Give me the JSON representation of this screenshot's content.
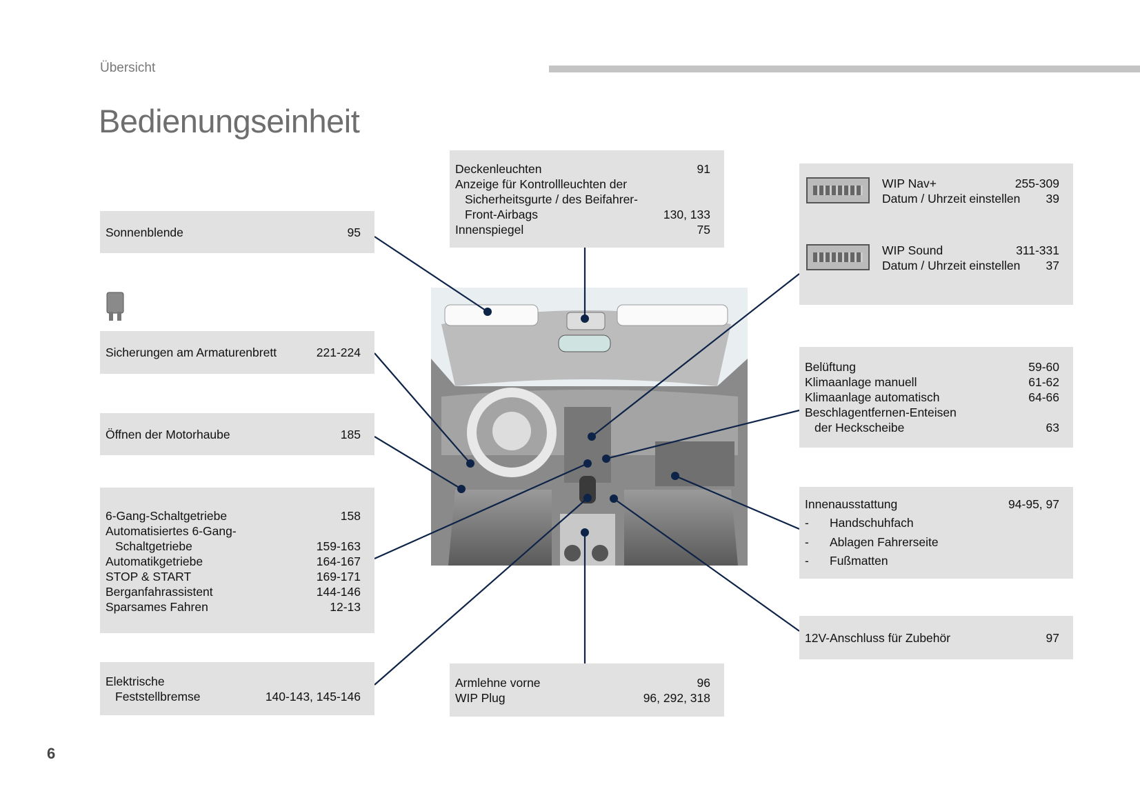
{
  "header": {
    "section": "Übersicht",
    "title": "Bedienungseinheit",
    "page_number": "6"
  },
  "left": [
    {
      "rows": [
        {
          "label": "Sonnenblende",
          "page": "95"
        }
      ]
    },
    {
      "rows": [
        {
          "label": "Sicherungen am Armaturenbrett",
          "page": "221-224"
        }
      ]
    },
    {
      "rows": [
        {
          "label": "Öffnen der Motorhaube",
          "page": "185"
        }
      ]
    },
    {
      "rows": [
        {
          "label": "6-Gang-Schaltgetriebe",
          "page": "158"
        },
        {
          "label": "Automatisiertes 6-Gang-",
          "page": ""
        },
        {
          "label": "Schaltgetriebe",
          "page": "159-163",
          "indent": true
        },
        {
          "label": "Automatikgetriebe",
          "page": "164-167"
        },
        {
          "label": "STOP & START",
          "page": "169-171"
        },
        {
          "label": "Berganfahrassistent",
          "page": "144-146"
        },
        {
          "label": "Sparsames Fahren",
          "page": "12-13"
        }
      ]
    },
    {
      "rows": [
        {
          "label": "Elektrische",
          "page": ""
        },
        {
          "label": "Feststellbremse",
          "page": "140-143, 145-146",
          "indent": true
        }
      ]
    }
  ],
  "center_top": {
    "rows": [
      {
        "label": "Deckenleuchten",
        "page": "91"
      },
      {
        "label": "Anzeige für Kontrollleuchten der",
        "page": ""
      },
      {
        "label": "Sicherheitsgurte / des Beifahrer-",
        "page": "",
        "indent": true
      },
      {
        "label": "Front-Airbags",
        "page": "130, 133",
        "indent": true
      },
      {
        "label": "Innenspiegel",
        "page": "75"
      }
    ]
  },
  "center_bottom": {
    "rows": [
      {
        "label": "Armlehne vorne",
        "page": "96"
      },
      {
        "label": "WIP Plug",
        "page": "96, 292, 318"
      }
    ]
  },
  "right": {
    "audio": [
      {
        "rows": [
          {
            "label": "WIP Nav+",
            "page": "255-309"
          },
          {
            "label": "Datum / Uhrzeit einstellen",
            "page": "39"
          }
        ]
      },
      {
        "rows": [
          {
            "label": "WIP Sound",
            "page": "311-331"
          },
          {
            "label": "Datum / Uhrzeit einstellen",
            "page": "37"
          }
        ]
      }
    ],
    "climate": {
      "rows": [
        {
          "label": "Belüftung",
          "page": "59-60"
        },
        {
          "label": "Klimaanlage manuell",
          "page": "61-62"
        },
        {
          "label": "Klimaanlage automatisch",
          "page": "64-66"
        },
        {
          "label": "Beschlagentfernen-Enteisen",
          "page": ""
        },
        {
          "label": "der Heckscheibe",
          "page": "63",
          "indent": true
        }
      ]
    },
    "interior": {
      "title": "Innenausstattung",
      "page": "94-95, 97",
      "dash": "-",
      "items": [
        "Handschuhfach",
        "Ablagen Fahrerseite",
        "Fußmatten"
      ]
    },
    "socket": {
      "rows": [
        {
          "label": "12V-Anschluss für Zubehör",
          "page": "97"
        }
      ]
    }
  },
  "colors": {
    "line": "#0d2347",
    "box": "#e1e1e1"
  }
}
